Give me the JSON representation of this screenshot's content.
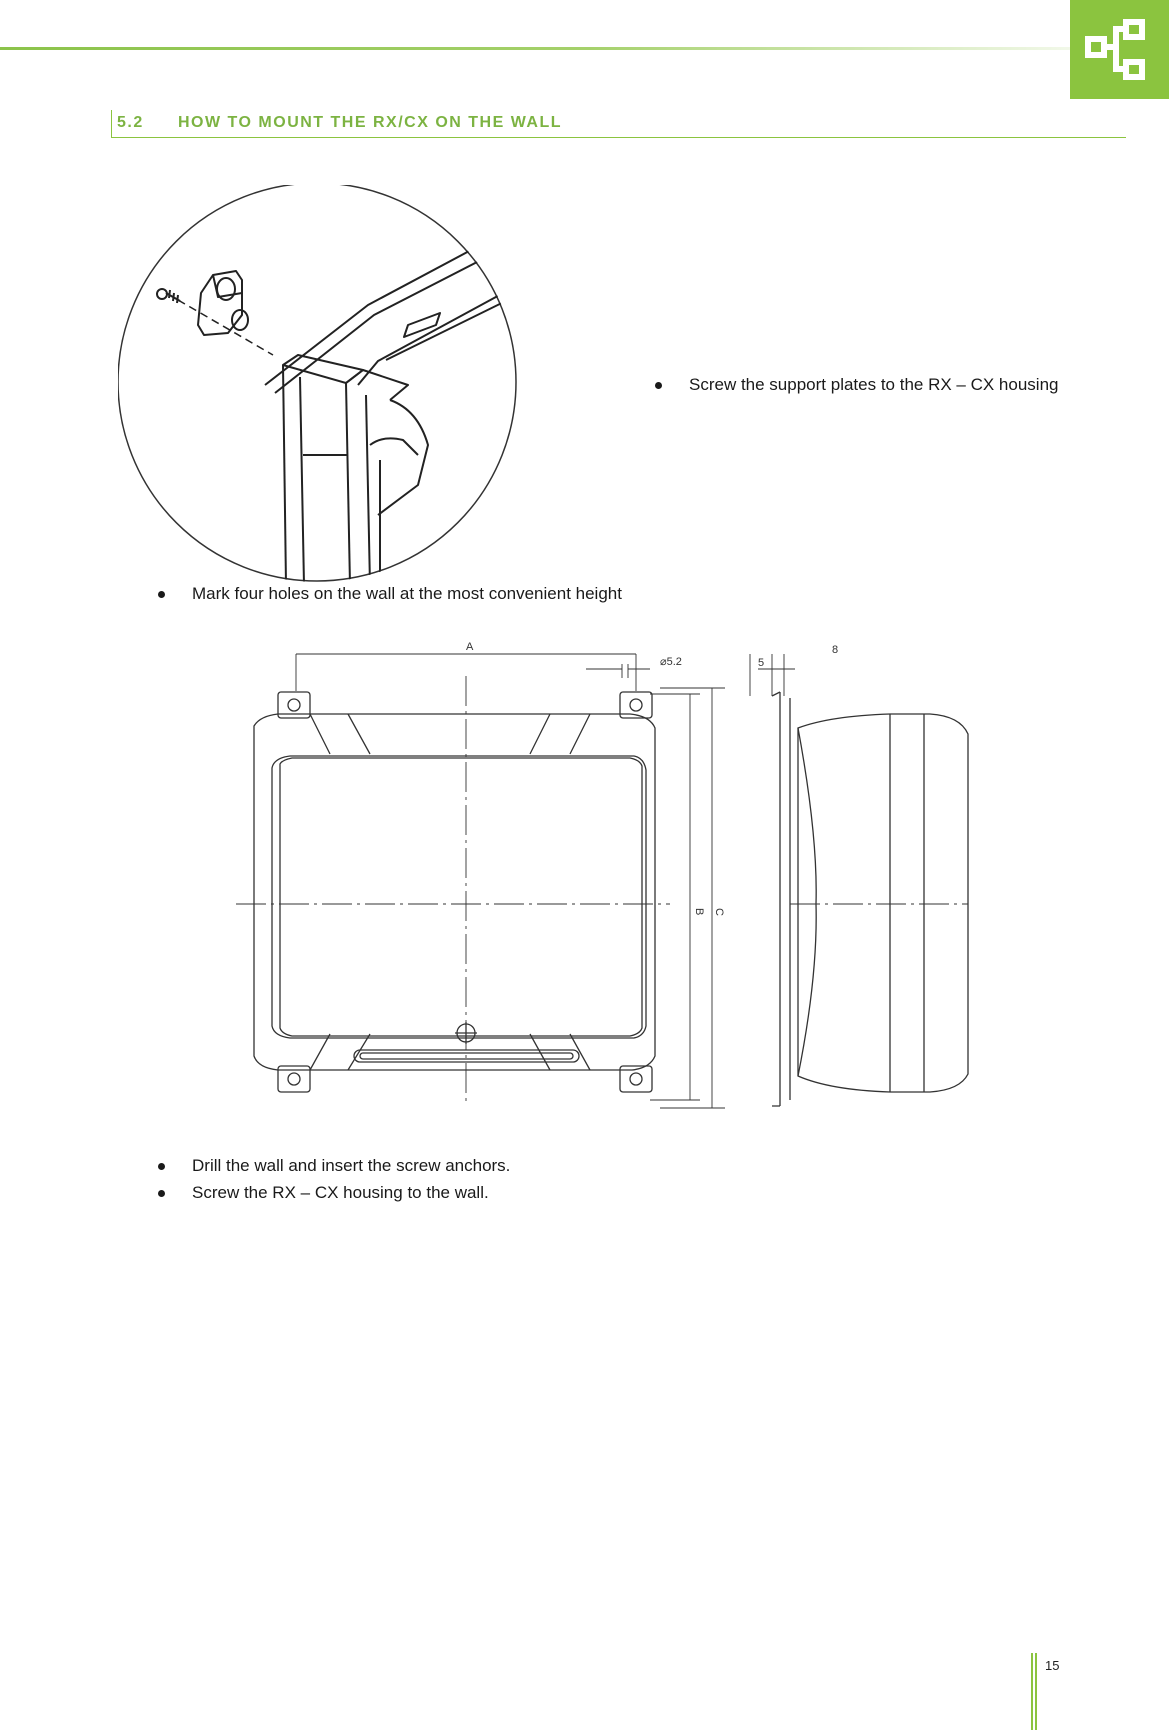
{
  "header": {
    "logo_icon": "network-diagram-icon",
    "accent_color": "#8bc43f"
  },
  "section": {
    "number": "5.2",
    "title": "HOW TO MOUNT THE RX/CX ON THE WALL"
  },
  "steps": {
    "support_plates": "Screw the support plates to the RX – CX housing",
    "mark_holes": "Mark four holes on the wall at the most convenient height",
    "drill": "Drill the wall and insert the screw anchors.",
    "screw_housing": "Screw the RX – CX housing to the wall."
  },
  "drawing": {
    "dim_a": "A",
    "dim_hole": "⌀5.2",
    "dim_b": "B",
    "dim_c": "C",
    "dim_side_5": "5",
    "dim_side_8": "8"
  },
  "footer": {
    "page_number": "15"
  }
}
